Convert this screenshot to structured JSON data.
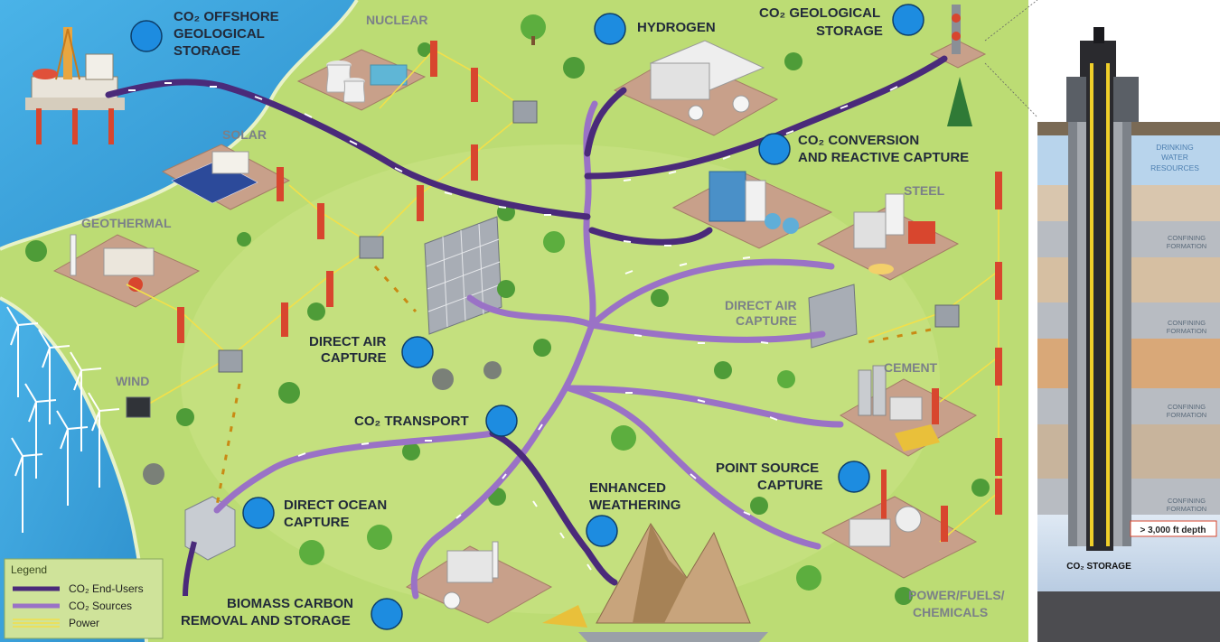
{
  "labels": {
    "offshore": [
      "CO₂ OFFSHORE",
      "GEOLOGICAL",
      "STORAGE"
    ],
    "nuclear": "NUCLEAR",
    "hydrogen": "HYDROGEN",
    "geological_storage": [
      "CO₂ GEOLOGICAL",
      "STORAGE"
    ],
    "solar": "SOLAR",
    "conversion": [
      "CO₂ CONVERSION",
      "AND REACTIVE CAPTURE"
    ],
    "geothermal": "GEOTHERMAL",
    "steel": "STEEL",
    "direct_air_capture_grey": [
      "DIRECT AIR",
      "CAPTURE"
    ],
    "direct_air_capture": [
      "DIRECT AIR",
      "CAPTURE"
    ],
    "wind": "WIND",
    "cement": "CEMENT",
    "co2_transport": "CO₂ TRANSPORT",
    "point_source": [
      "POINT SOURCE",
      "CAPTURE"
    ],
    "enhanced_weathering": [
      "ENHANCED",
      "WEATHERING"
    ],
    "direct_ocean": [
      "DIRECT OCEAN",
      "CAPTURE"
    ],
    "biomass": [
      "BIOMASS CARBON",
      "REMOVAL AND STORAGE"
    ],
    "power_fuels": [
      "POWER/FUELS/",
      "CHEMICALS"
    ]
  },
  "legend": {
    "title": "Legend",
    "items": [
      "CO₂ End-Users",
      "CO₂ Sources",
      "Power"
    ]
  },
  "well": {
    "drinking": [
      "DRINKING",
      "WATER",
      "RESOURCES"
    ],
    "confining": [
      "CONFINING",
      "FORMATION"
    ],
    "depth": "> 3,000 ft depth",
    "storage": "CO₂ STORAGE"
  },
  "colors": {
    "end_users": "#4a2a7a",
    "sources": "#9a72c6",
    "power": "#f2e04a",
    "marker": "#1d8ce0",
    "ground": "#bcdc74",
    "water": "#3fa9e0"
  }
}
